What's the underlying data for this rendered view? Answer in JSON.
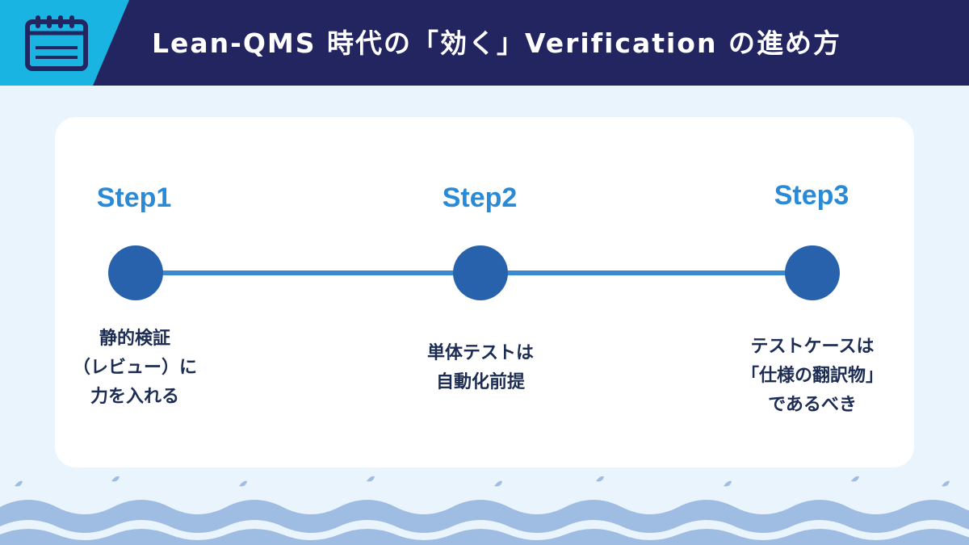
{
  "header": {
    "title": "Lean-QMS 時代の「効く」Verification の進め方",
    "icon": "calendar-icon",
    "colors": {
      "band": "#232561",
      "accent": "#1ab4e3"
    }
  },
  "steps": [
    {
      "label": "Step1",
      "lines": [
        "静的検証",
        "（レビュー）に",
        "力を入れる"
      ]
    },
    {
      "label": "Step2",
      "lines": [
        "単体テストは",
        "自動化前提"
      ]
    },
    {
      "label": "Step3",
      "lines": [
        "テストケースは",
        "「仕様の翻訳物」",
        "であるべき"
      ]
    }
  ],
  "colors": {
    "background": "#eaf4fc",
    "step_label": "#2b8ad6",
    "node": "#2862ad",
    "connector": "#3a8ad2",
    "text": "#1c2c52",
    "wave": "#9fbde2"
  }
}
